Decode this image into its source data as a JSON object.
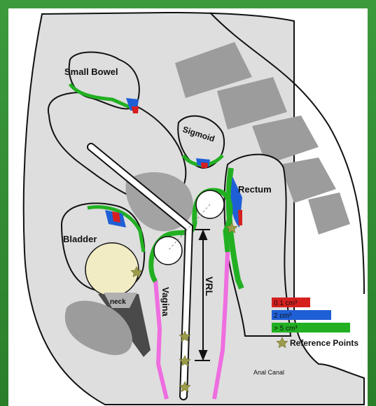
{
  "labels": {
    "small_bowel": "Small Bowel",
    "sigmoid": "Sigmoid",
    "rectum": "Rectum",
    "bladder": "Bladder",
    "neck": "neck",
    "vagina": "Vagina",
    "vrl": "VRL",
    "anal_canal": "Anal Canal"
  },
  "legend": {
    "items": [
      {
        "label": "0.1 cm³",
        "color": "#d61f1f"
      },
      {
        "label": "2 cm³",
        "color": "#1f5fd6"
      },
      {
        "label": "> 5 cm³",
        "color": "#22b022"
      }
    ],
    "reference_points": "Reference Points"
  },
  "colors": {
    "frame": "#2e8a2e",
    "tissue": "#dedede",
    "bone": "#9c9c9c",
    "vagina": "#ee6ee0",
    "applicator_sphere": "#f1ecc4"
  },
  "icons": [
    "star-icon"
  ]
}
